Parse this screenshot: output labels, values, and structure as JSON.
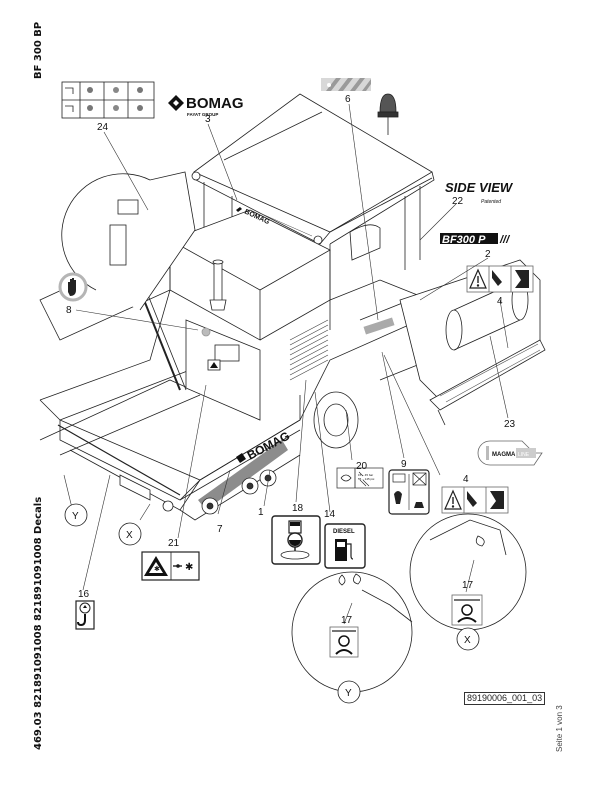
{
  "header": {
    "side_title": "BF 300 BP",
    "side_document": "469.03 821891091008 821891091008 Decals"
  },
  "footer": {
    "drawing_id": "89190006_001_03",
    "page_of": "Seite 1 von 3"
  },
  "logos": {
    "bomag_top": "BOMAG",
    "bomag_top_sub": "FAYAT GROUP",
    "bomag_canopy": "BOMAG",
    "bomag_side": "BOMAG",
    "side_view_title": "SIDE VIEW",
    "side_view_sub": "Patented",
    "model_badge": "BF300 P",
    "magma_badge": "MAGMA",
    "magma_badge_sub": "LINE",
    "diesel_label": "DIESEL"
  },
  "callouts": [
    {
      "id": "24",
      "label": "24"
    },
    {
      "id": "3",
      "label": "3"
    },
    {
      "id": "6",
      "label": "6"
    },
    {
      "id": "22",
      "label": "22"
    },
    {
      "id": "2",
      "label": "2"
    },
    {
      "id": "4a",
      "label": "4"
    },
    {
      "id": "8",
      "label": "8"
    },
    {
      "id": "23",
      "label": "23"
    },
    {
      "id": "9",
      "label": "9"
    },
    {
      "id": "20",
      "label": "20"
    },
    {
      "id": "4b",
      "label": "4"
    },
    {
      "id": "14",
      "label": "14"
    },
    {
      "id": "18",
      "label": "18"
    },
    {
      "id": "1",
      "label": "1"
    },
    {
      "id": "7",
      "label": "7"
    },
    {
      "id": "21",
      "label": "21"
    },
    {
      "id": "16",
      "label": "16"
    },
    {
      "id": "17a",
      "label": "17"
    },
    {
      "id": "17b",
      "label": "17"
    }
  ],
  "detail_markers": {
    "x_main": "X",
    "y_main": "Y",
    "x_detail": "X",
    "y_detail": "Y"
  },
  "decal_texts": {
    "d20_line1": "15 – 45 bar",
    "d20_line2": "55 – 145 psi"
  },
  "colors": {
    "line": "#222222",
    "hazard_stripe": "#9a9a9a",
    "stripe_band": "#8c8c8c",
    "prohibit_ring": "#b5b5b5"
  }
}
